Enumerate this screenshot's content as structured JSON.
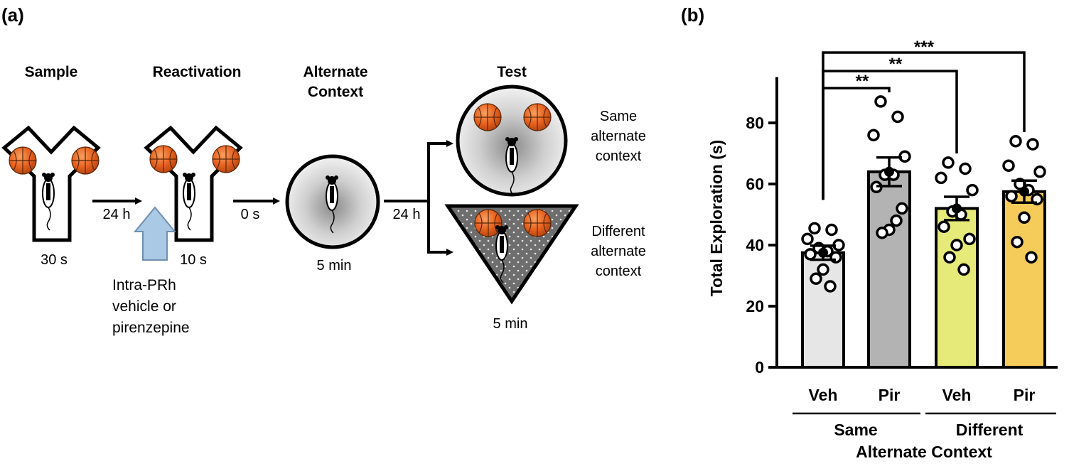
{
  "panel_a": {
    "panel_label": "(a)",
    "stages": {
      "sample": "Sample",
      "reactivation": "Reactivation",
      "alternate_line1": "Alternate",
      "alternate_line2": "Context",
      "test": "Test"
    },
    "durations": {
      "sample": "30 s",
      "reactivation": "10 s",
      "alternate": "5 min",
      "test": "5 min"
    },
    "delays": {
      "d1": "24 h",
      "d2": "0 s",
      "d3": "24 h"
    },
    "infusion": {
      "line1": "Intra-PRh",
      "line2": "vehicle or",
      "line3": "pirenzepine"
    },
    "test_labels": {
      "same_line1": "Same",
      "same_line2": "alternate",
      "same_line3": "context",
      "diff_line1": "Different",
      "diff_line2": "alternate",
      "diff_line3": "context"
    },
    "colors": {
      "ball": "#e8621e",
      "arrow_fill": "#a9c9e4",
      "arrow_stroke": "#6f8fb0",
      "context_gray": "#bfbfbf",
      "triangle_fill": "#6e6e6e"
    }
  },
  "panel_b": {
    "panel_label": "(b)",
    "significance": [
      "**",
      "**",
      "***"
    ],
    "group_labels": [
      "Same",
      "Different"
    ],
    "group_axis_title": "Alternate Context"
  },
  "chart_data": {
    "type": "bar",
    "categories": [
      "Veh",
      "Pir",
      "Veh",
      "Pir"
    ],
    "group_labels": [
      "Same",
      "Different"
    ],
    "group_axis_title": "Alternate Context",
    "ylabel": "Total Exploration (s)",
    "ylim": [
      0,
      95
    ],
    "yticks": [
      0,
      20,
      40,
      60,
      80
    ],
    "values": [
      37.5,
      64,
      52,
      57.5
    ],
    "sem": [
      2.3,
      4.7,
      3.8,
      3.6
    ],
    "colors": [
      "#e6e6e6",
      "#b3b3b3",
      "#e6ea78",
      "#f5cc5a"
    ],
    "points": [
      [
        45.5,
        45,
        42,
        40,
        39,
        38,
        37,
        36,
        32,
        29,
        26.5
      ],
      [
        87,
        82,
        76,
        69,
        63,
        63,
        59,
        52,
        45,
        44,
        48
      ],
      [
        67,
        65,
        62,
        58,
        51,
        50,
        46,
        42,
        40,
        36,
        32
      ],
      [
        74,
        73,
        66,
        64,
        60,
        58,
        56,
        55,
        49,
        41,
        36
      ]
    ],
    "comparisons": [
      {
        "from": 0,
        "to": 1,
        "label": "**"
      },
      {
        "from": 0,
        "to": 2,
        "label": "**"
      },
      {
        "from": 0,
        "to": 3,
        "label": "***"
      }
    ],
    "grid": false
  }
}
